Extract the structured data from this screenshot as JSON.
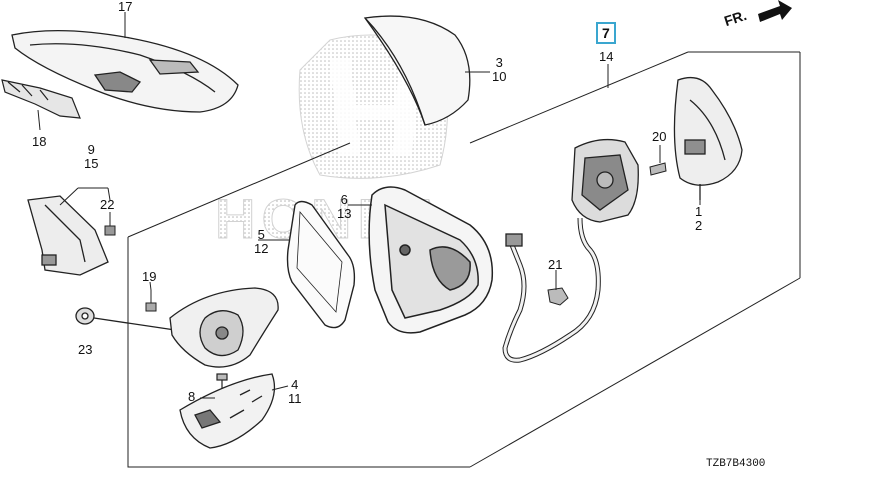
{
  "diagram": {
    "direction_label": "FR.",
    "diagram_code": "TZB7B4300",
    "watermark_text": "HONDA",
    "highlight_color": "#3aa6cf",
    "callouts": [
      {
        "id": "c17",
        "lines": [
          "17"
        ]
      },
      {
        "id": "c18",
        "lines": [
          "18"
        ]
      },
      {
        "id": "c3",
        "lines": [
          "3",
          "10"
        ]
      },
      {
        "id": "c7",
        "lines": [
          "7"
        ],
        "highlighted": true
      },
      {
        "id": "c14",
        "lines": [
          "14"
        ]
      },
      {
        "id": "c9",
        "lines": [
          "9",
          "15"
        ]
      },
      {
        "id": "c22",
        "lines": [
          "22"
        ]
      },
      {
        "id": "c20",
        "lines": [
          "20"
        ]
      },
      {
        "id": "c1",
        "lines": [
          "1",
          "2"
        ]
      },
      {
        "id": "c6",
        "lines": [
          "6",
          "13"
        ]
      },
      {
        "id": "c5",
        "lines": [
          "5",
          "12"
        ]
      },
      {
        "id": "c19",
        "lines": [
          "19"
        ]
      },
      {
        "id": "c21",
        "lines": [
          "21"
        ]
      },
      {
        "id": "c23",
        "lines": [
          "23"
        ]
      },
      {
        "id": "c8",
        "lines": [
          "8"
        ]
      },
      {
        "id": "c4",
        "lines": [
          "4",
          "11"
        ]
      }
    ]
  }
}
